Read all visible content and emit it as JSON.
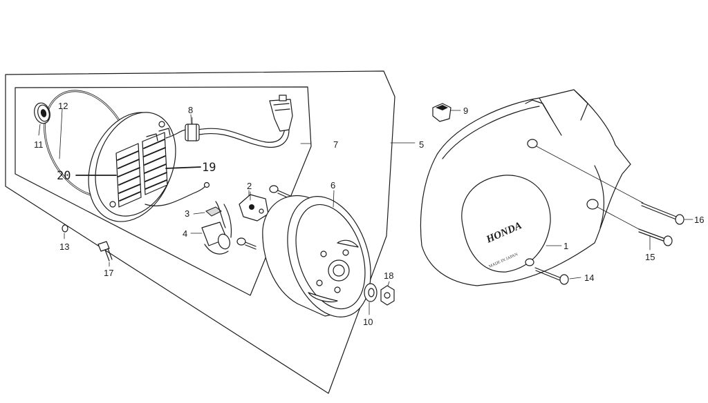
{
  "callouts": {
    "n1": "1",
    "n2": "2",
    "n3": "3",
    "n4": "4",
    "n5": "5",
    "n6": "6",
    "n7": "7",
    "n8": "8",
    "n9": "9",
    "n10": "10",
    "n11": "11",
    "n12": "12",
    "n13": "13",
    "n14": "14",
    "n15": "15",
    "n16": "16",
    "n17": "17",
    "n18": "18",
    "n19": "19",
    "n20": "20"
  },
  "cover": {
    "brand": "HONDA",
    "stamp": "MADE IN JAPAN"
  }
}
